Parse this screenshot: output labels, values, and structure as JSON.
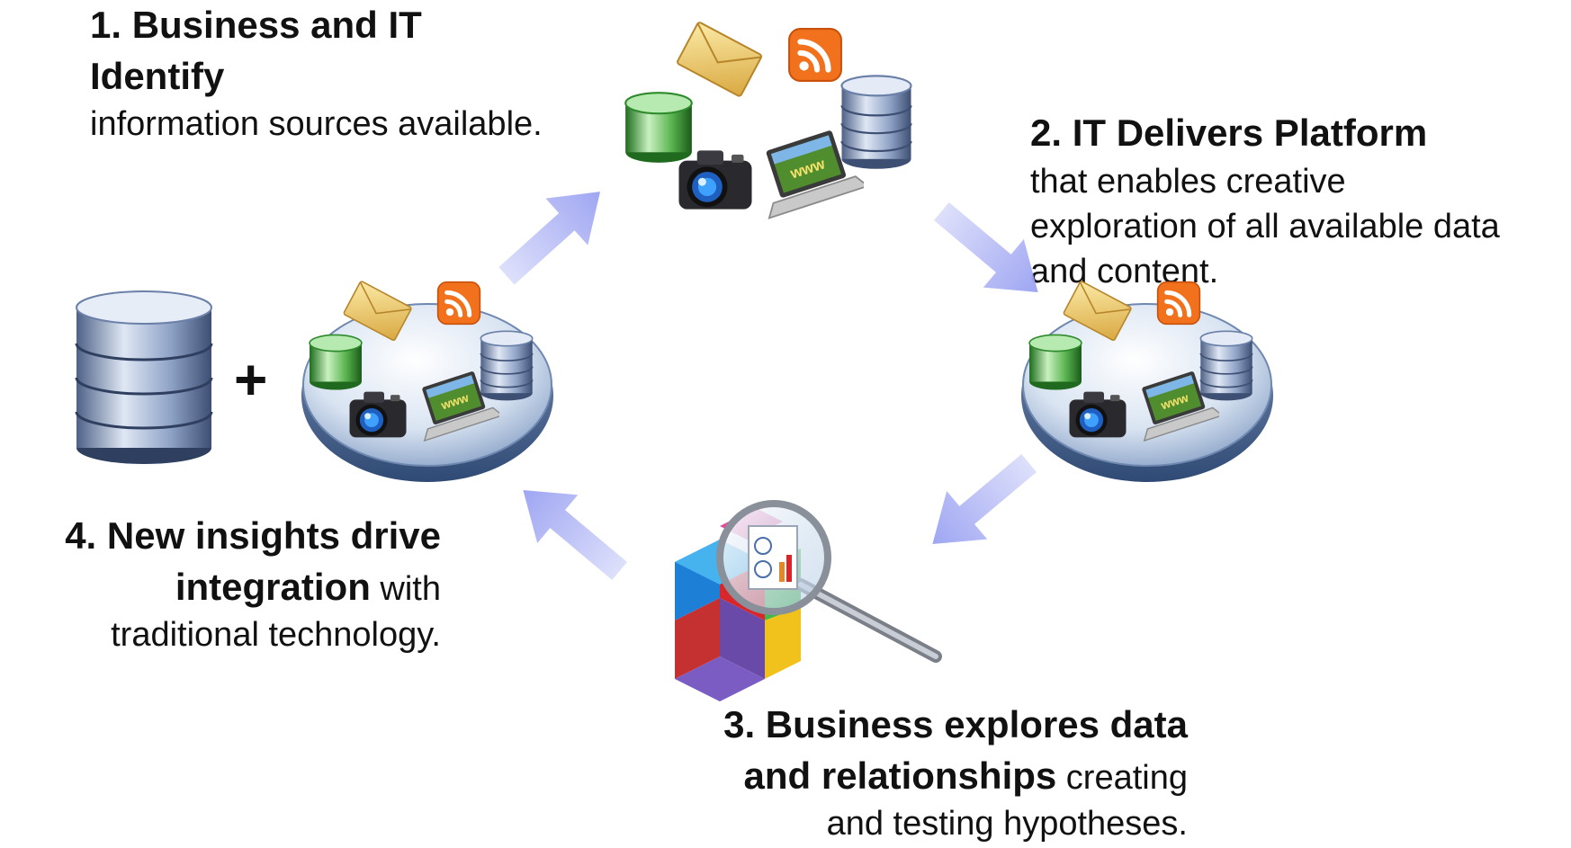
{
  "steps": {
    "step1": {
      "heading_line1": "1. Business and IT",
      "heading_line2": "Identify",
      "body": "information sources available."
    },
    "step2": {
      "heading": "2. IT Delivers Platform",
      "body_line1": "that enables creative",
      "body_line2": "exploration of all available data",
      "body_line3": "and content."
    },
    "step3": {
      "heading_line1": "3. Business explores data",
      "heading_line2": "and relationships",
      "body_inline": " creating",
      "body_line": "and testing hypotheses."
    },
    "step4": {
      "heading_line1": "4. New insights drive",
      "heading_line2": "integration",
      "body_inline": " with",
      "body_line": "traditional technology."
    }
  },
  "plus_symbol": "+",
  "laptop_screen_label": "www",
  "icons": {
    "source_set": [
      "envelope-icon",
      "rss-feed-icon",
      "green-database-icon",
      "blue-database-icon",
      "camera-icon",
      "laptop-www-icon"
    ],
    "analysis": [
      "cube-icon",
      "magnifier-icon",
      "report-icon"
    ],
    "legacy": "large-database-icon"
  },
  "colors": {
    "text": "#111111",
    "arrow": "#9fa6f2",
    "platform_disk": "#cfdcee",
    "rss_orange": "#f2711c",
    "envelope_gold": "#e9c768",
    "db_green": "#3e9f3a",
    "db_blue": "#7d93bb"
  }
}
